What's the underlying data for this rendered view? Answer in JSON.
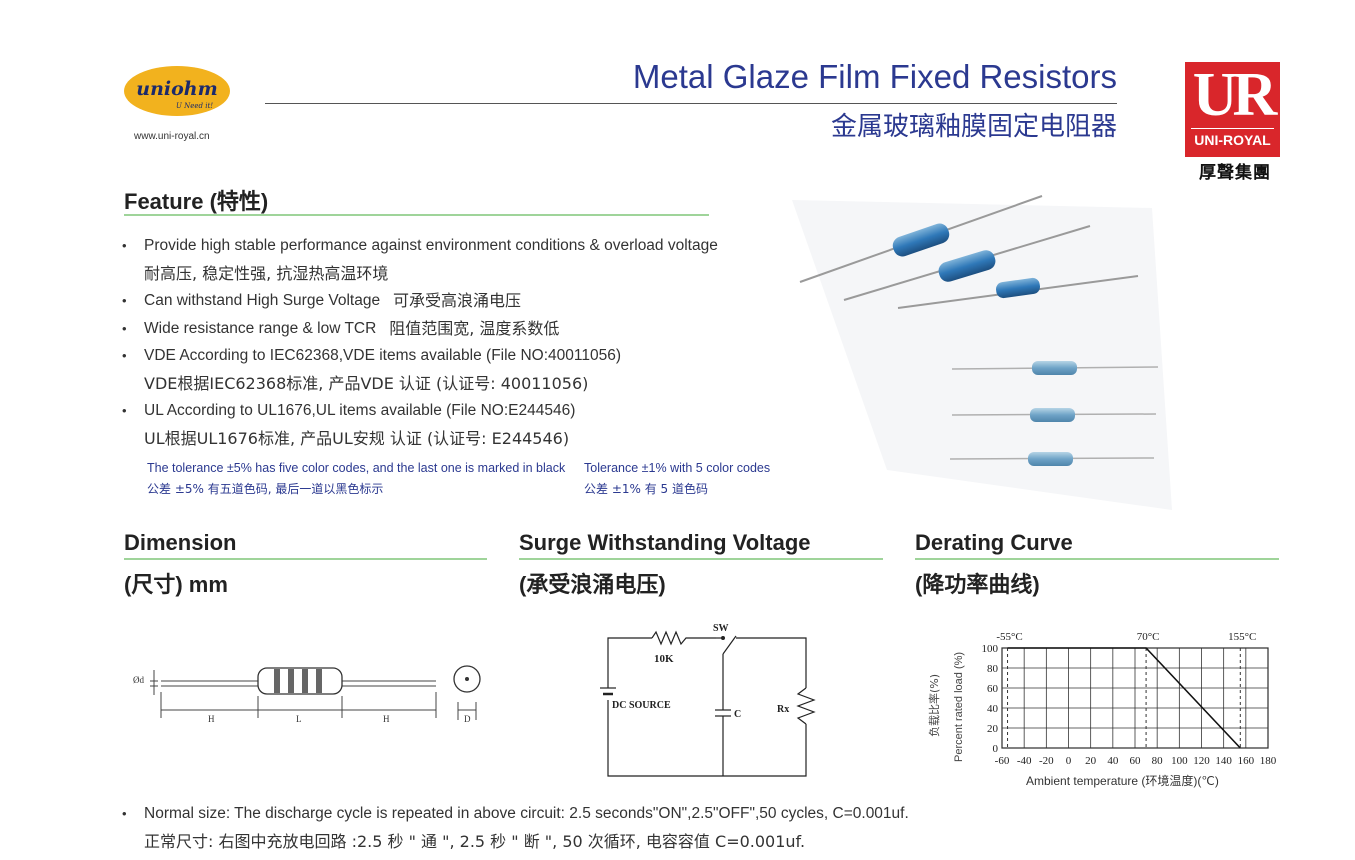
{
  "header": {
    "logo_text": "uniohm",
    "logo_slogan": "U Need it!",
    "url": "www.uni-royal.cn",
    "title_en": "Metal Glaze Film Fixed Resistors",
    "title_cn": "金属玻璃釉膜固定电阻器",
    "brand_big": "UR",
    "brand_small": "UNI-ROYAL",
    "brand_cn": "厚聲集團"
  },
  "feature": {
    "heading": "Feature (特性)",
    "items": [
      {
        "en": "Provide high stable performance against environment conditions & overload voltage",
        "cn": "耐高压, 稳定性强, 抗湿热高温环境"
      },
      {
        "en": "Can withstand High Surge Voltage",
        "cn": "可承受高浪涌电压"
      },
      {
        "en": "Wide resistance range & low TCR",
        "cn": "阻值范围宽, 温度系数低"
      },
      {
        "en": "VDE According to IEC62368,VDE items available (File NO:40011056)",
        "cn": "VDE根据IEC62368标准, 产品VDE 认证 (认证号: 40011056)"
      },
      {
        "en": "UL According to UL1676,UL items available (File NO:E244546)",
        "cn": "UL根据UL1676标准, 产品UL安规 认证 (认证号:  E244546)"
      }
    ],
    "note_left_en": "The tolerance ±5% has five color codes, and the last one is marked in black",
    "note_left_cn": "公差 ±5% 有五道色码, 最后一道以黑色标示",
    "note_right_en": "Tolerance ±1% with 5 color codes",
    "note_right_cn": "公差 ±1% 有 5 道色码"
  },
  "dimension": {
    "heading": "Dimension",
    "sub": "(尺寸) mm",
    "labels": {
      "od": "Ød",
      "h1": "H",
      "l": "L",
      "h2": "H",
      "d": "D"
    }
  },
  "surge": {
    "heading": "Surge Withstanding Voltage",
    "sub": "(承受浪涌电压)",
    "labels": {
      "r10k": "10K",
      "sw": "SW",
      "dc": "DC SOURCE",
      "c": "C",
      "rx": "Rx"
    }
  },
  "derating": {
    "heading": "Derating Curve",
    "sub": "(降功率曲线)",
    "ylabel_cn": "负载比率(%)",
    "ylabel_en": "Percent rated load (%)",
    "xlabel": "Ambient temperature (环境温度)(℃)",
    "marks": [
      "-55°C",
      "70°C",
      "155°C"
    ]
  },
  "chart_data": {
    "type": "line",
    "title": "",
    "xlabel": "Ambient temperature (环境温度)(℃)",
    "ylabel": "Percent rated load (%)",
    "x_ticks": [
      -60,
      -40,
      -20,
      0,
      20,
      40,
      60,
      80,
      100,
      120,
      140,
      160,
      180
    ],
    "y_ticks": [
      0,
      20,
      40,
      60,
      80,
      100
    ],
    "xlim": [
      -60,
      180
    ],
    "ylim": [
      0,
      100
    ],
    "grid": true,
    "series": [
      {
        "x": [
          -55,
          70,
          155
        ],
        "y": [
          100,
          100,
          0
        ]
      }
    ],
    "vlines": [
      -55,
      70,
      155
    ]
  },
  "bottom": {
    "item_en": "Normal size: The discharge cycle is repeated in above circuit:  2.5 seconds\"ON\",2.5\"OFF\",50 cycles, C=0.001uf.",
    "item_cn": "正常尺寸: 右图中充放电回路 :2.5 秒 \" 通 \", 2.5 秒 \" 断 \", 50 次循环, 电容容值 C=0.001uf."
  }
}
